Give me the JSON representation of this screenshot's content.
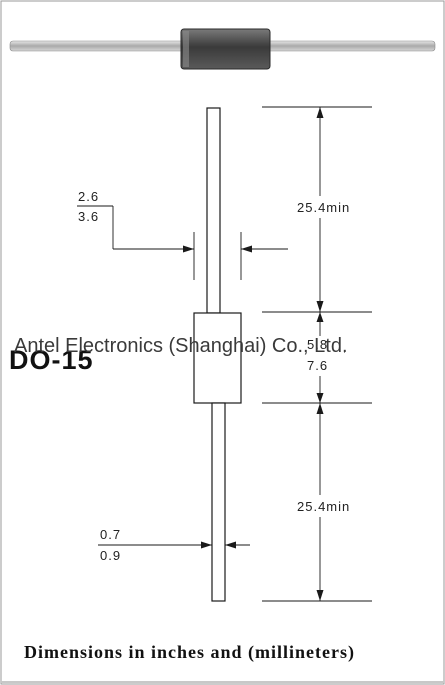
{
  "package": {
    "name": "DO-15",
    "caption": "Dimensions in inches and (millineters)"
  },
  "watermark": "Antel Electronics (Shanghai) Co., Ltd.",
  "dimensions": {
    "lead_length_top": "25.4min",
    "body_diameter_min": "2.6",
    "body_diameter_max": "3.6",
    "body_length_min": "5.8",
    "body_length_max": "7.6",
    "lead_length_bottom": "25.4min",
    "lead_diameter_min": "0.7",
    "lead_diameter_max": "0.9"
  },
  "colors": {
    "line": "#1a1a1a",
    "body_fill": "#4a4a4a",
    "lead_fill": "#bdbdbd",
    "border": "#9a9a9a"
  }
}
